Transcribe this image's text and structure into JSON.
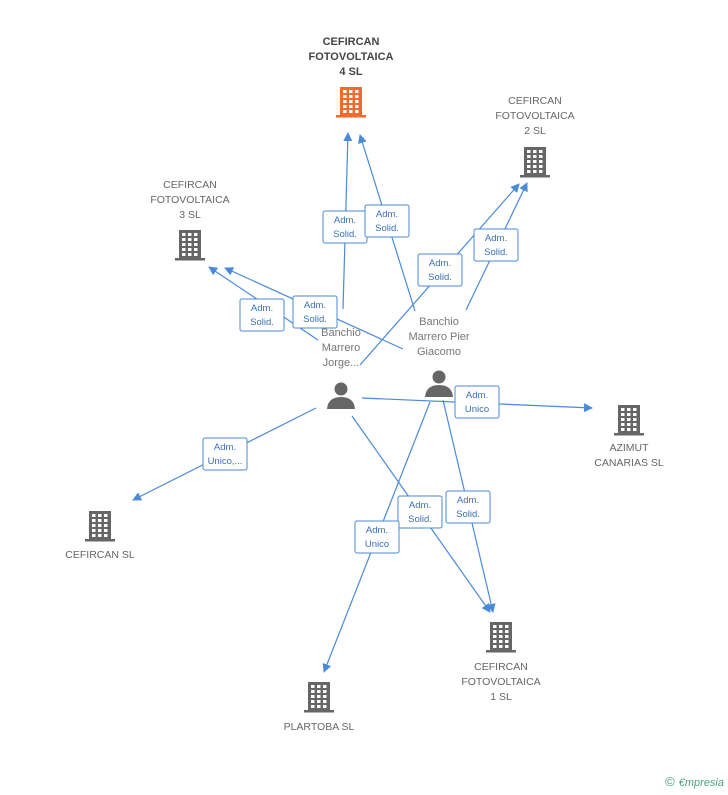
{
  "companies": [
    {
      "id": "c4",
      "lines": [
        "CEFIRCAN",
        "FOTOVOLTAICA",
        "4 SL"
      ],
      "focus": true
    },
    {
      "id": "c2",
      "lines": [
        "CEFIRCAN",
        "FOTOVOLTAICA",
        "2 SL"
      ],
      "focus": false
    },
    {
      "id": "c3",
      "lines": [
        "CEFIRCAN",
        "FOTOVOLTAICA",
        "3 SL"
      ],
      "focus": false
    },
    {
      "id": "az",
      "lines": [
        "AZIMUT",
        "CANARIAS SL"
      ],
      "focus": false
    },
    {
      "id": "cs",
      "lines": [
        "CEFIRCAN SL"
      ],
      "focus": false
    },
    {
      "id": "c1",
      "lines": [
        "CEFIRCAN",
        "FOTOVOLTAICA",
        "1 SL"
      ],
      "focus": false
    },
    {
      "id": "pl",
      "lines": [
        "PLARTOBA SL"
      ],
      "focus": false
    }
  ],
  "people": [
    {
      "id": "pj",
      "lines": [
        "Banchio",
        "Marrero",
        "Jorge..."
      ]
    },
    {
      "id": "pg",
      "lines": [
        "Banchio",
        "Marrero Pier",
        "Giacomo"
      ]
    }
  ],
  "edges": [
    {
      "from": "pj",
      "to": "c4",
      "label": [
        "Adm.",
        "Solid."
      ]
    },
    {
      "from": "pg",
      "to": "c4",
      "label": [
        "Adm.",
        "Solid."
      ]
    },
    {
      "from": "pj",
      "to": "c2",
      "label": [
        "Adm.",
        "Solid."
      ]
    },
    {
      "from": "pg",
      "to": "c2",
      "label": [
        "Adm.",
        "Solid."
      ]
    },
    {
      "from": "pj",
      "to": "c3",
      "label": [
        "Adm.",
        "Solid."
      ]
    },
    {
      "from": "pg",
      "to": "c3",
      "label": [
        "Adm.",
        "Solid."
      ]
    },
    {
      "from": "pg",
      "to": "az",
      "label": [
        "Adm.",
        "Unico"
      ]
    },
    {
      "from": "pj",
      "to": "cs",
      "label": [
        "Adm.",
        "Unico,..."
      ]
    },
    {
      "from": "pj",
      "to": "c1",
      "label": [
        "Adm.",
        "Solid."
      ]
    },
    {
      "from": "pg",
      "to": "c1",
      "label": [
        "Adm.",
        "Solid."
      ]
    },
    {
      "from": "pg",
      "to": "pl",
      "label": [
        "Adm.",
        "Unico"
      ]
    }
  ],
  "colors": {
    "focus_building": "#f26a2e",
    "building": "#666666",
    "person": "#666666",
    "edge": "#4a8ad8"
  },
  "footer": {
    "copyright": "©",
    "brand_initial": "€",
    "brand_rest": "mpresia"
  }
}
